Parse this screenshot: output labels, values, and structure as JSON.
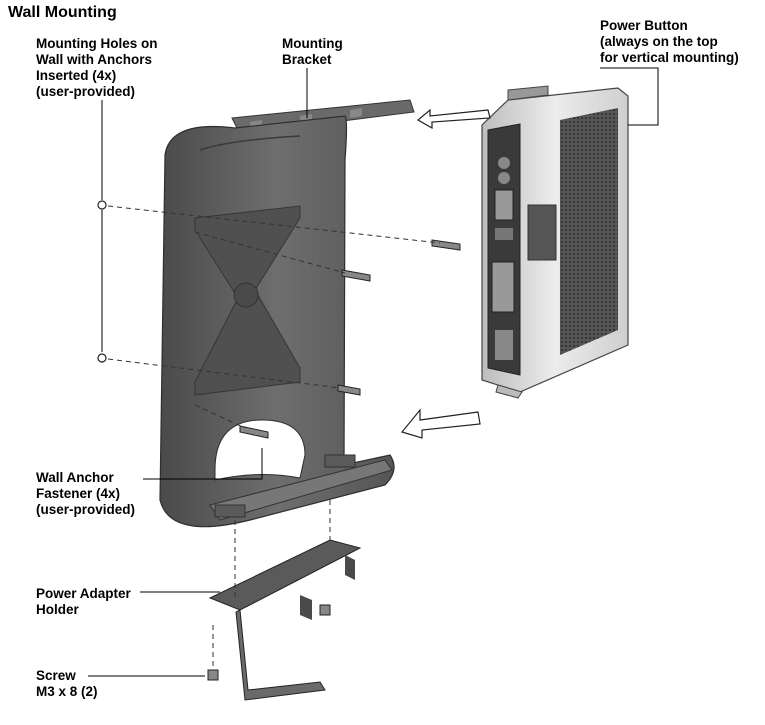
{
  "title": "Wall Mounting",
  "labels": {
    "mounting_holes": [
      "Mounting Holes on",
      "Wall with Anchors",
      "Inserted (4x)",
      "(user-provided)"
    ],
    "mounting_bracket": [
      "Mounting",
      "Bracket"
    ],
    "power_button": [
      "Power Button",
      "(always on the top",
      "for vertical mounting)"
    ],
    "wall_anchor_fastener": [
      "Wall Anchor",
      "Fastener (4x)",
      "(user-provided)"
    ],
    "power_adapter_holder": [
      "Power Adapter",
      "Holder"
    ],
    "screw": [
      "Screw",
      "M3 x 8 (2)"
    ]
  }
}
